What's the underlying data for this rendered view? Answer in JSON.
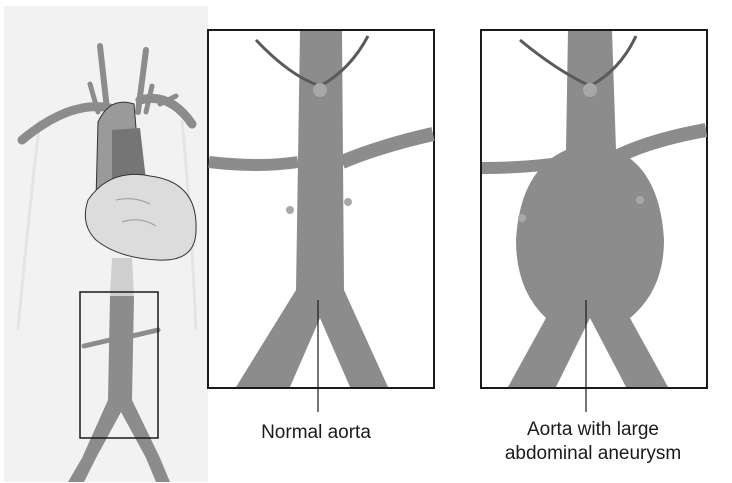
{
  "labels": {
    "normal": "Normal aorta",
    "aneurysm_line1": "Aorta with large",
    "aneurysm_line2": "abdominal aneurysm"
  },
  "colors": {
    "vessel": "#8c8c8c",
    "heart_chamber": "#757575",
    "heart": "#dcdcdc",
    "torso_background": "#f2f2f2",
    "frame": "#1a1a1a",
    "vessel_outline": "#333333"
  }
}
